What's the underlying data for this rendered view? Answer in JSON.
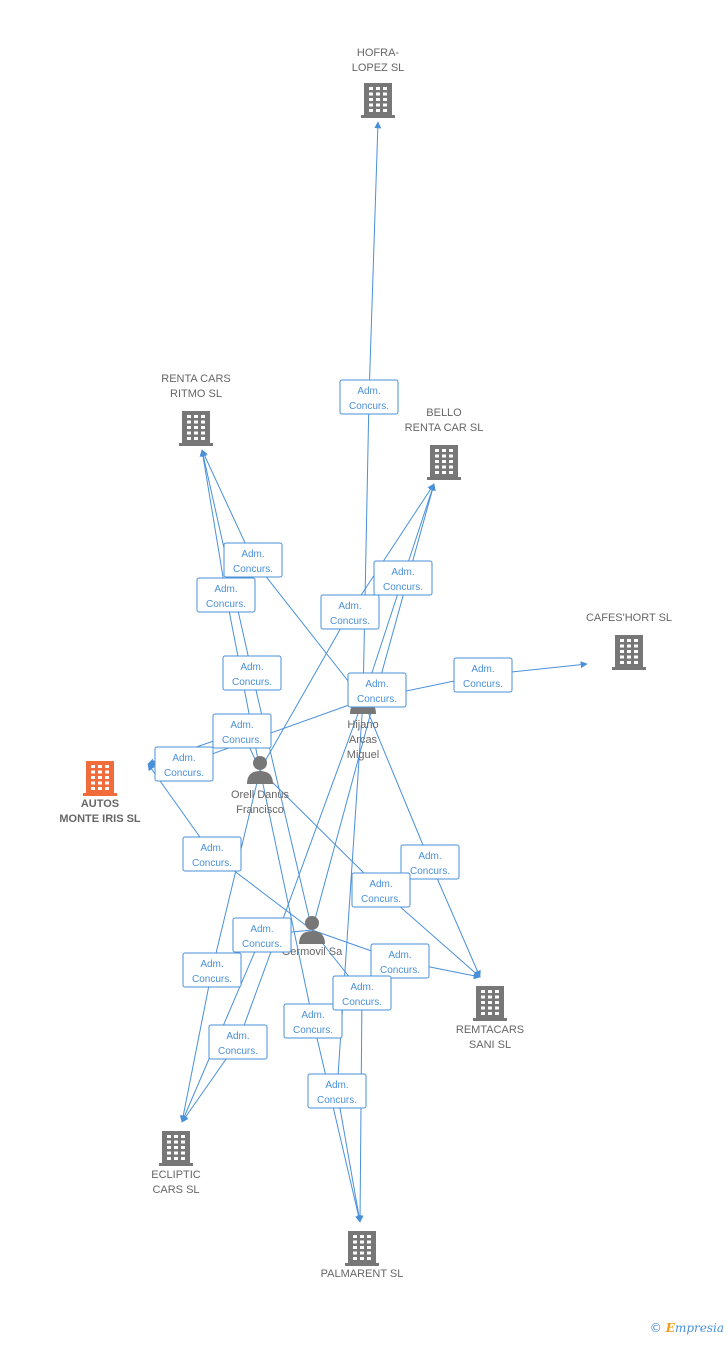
{
  "colors": {
    "edge": "#4a90d9",
    "node_company": "#777777",
    "node_focus": "#f26b3a",
    "node_person": "#777777",
    "label": "#666666"
  },
  "edge_label_lines": [
    "Adm.",
    "Concurs."
  ],
  "nodes": [
    {
      "id": "hofra",
      "type": "company",
      "label": [
        "HOFRA-",
        "LOPEZ SL"
      ]
    },
    {
      "id": "rentacarsritmo",
      "type": "company",
      "label": [
        "RENTA CARS",
        "RITMO SL"
      ]
    },
    {
      "id": "bello",
      "type": "company",
      "label": [
        "BELLO",
        "RENTA CAR SL"
      ]
    },
    {
      "id": "cafeshort",
      "type": "company",
      "label": [
        "CAFES'HORT SL"
      ]
    },
    {
      "id": "hijano",
      "type": "person",
      "label": [
        "Hijano",
        "Arcas",
        "Miguel"
      ]
    },
    {
      "id": "autos",
      "type": "focus",
      "label": [
        "AUTOS",
        "MONTE IRIS SL"
      ]
    },
    {
      "id": "orell",
      "type": "person",
      "label": [
        "Orell Danus",
        "Francisco"
      ]
    },
    {
      "id": "germovil",
      "type": "person",
      "label": [
        "Germovil Sa"
      ]
    },
    {
      "id": "remtacars",
      "type": "company",
      "label": [
        "REMTACARS",
        "SANI SL"
      ]
    },
    {
      "id": "ecliptic",
      "type": "company",
      "label": [
        "ECLIPTIC",
        "CARS SL"
      ]
    },
    {
      "id": "palmarent",
      "type": "company",
      "label": [
        "PALMARENT SL"
      ]
    }
  ],
  "edges": [
    {
      "from": "hijano",
      "to": "hofra"
    },
    {
      "from": "hijano",
      "to": "rentacarsritmo"
    },
    {
      "from": "hijano",
      "to": "bello"
    },
    {
      "from": "hijano",
      "to": "cafeshort"
    },
    {
      "from": "hijano",
      "to": "autos"
    },
    {
      "from": "hijano",
      "to": "remtacars"
    },
    {
      "from": "hijano",
      "to": "ecliptic"
    },
    {
      "from": "hijano",
      "to": "palmarent"
    },
    {
      "from": "orell",
      "to": "rentacarsritmo"
    },
    {
      "from": "orell",
      "to": "bello"
    },
    {
      "from": "orell",
      "to": "autos"
    },
    {
      "from": "orell",
      "to": "remtacars"
    },
    {
      "from": "orell",
      "to": "ecliptic"
    },
    {
      "from": "orell",
      "to": "palmarent"
    },
    {
      "from": "germovil",
      "to": "rentacarsritmo"
    },
    {
      "from": "germovil",
      "to": "bello"
    },
    {
      "from": "germovil",
      "to": "autos"
    },
    {
      "from": "germovil",
      "to": "remtacars"
    },
    {
      "from": "germovil",
      "to": "ecliptic"
    },
    {
      "from": "germovil",
      "to": "palmarent"
    }
  ],
  "watermark": {
    "symbol": "©",
    "brand_initial": "E",
    "brand_rest": "mpresia"
  }
}
